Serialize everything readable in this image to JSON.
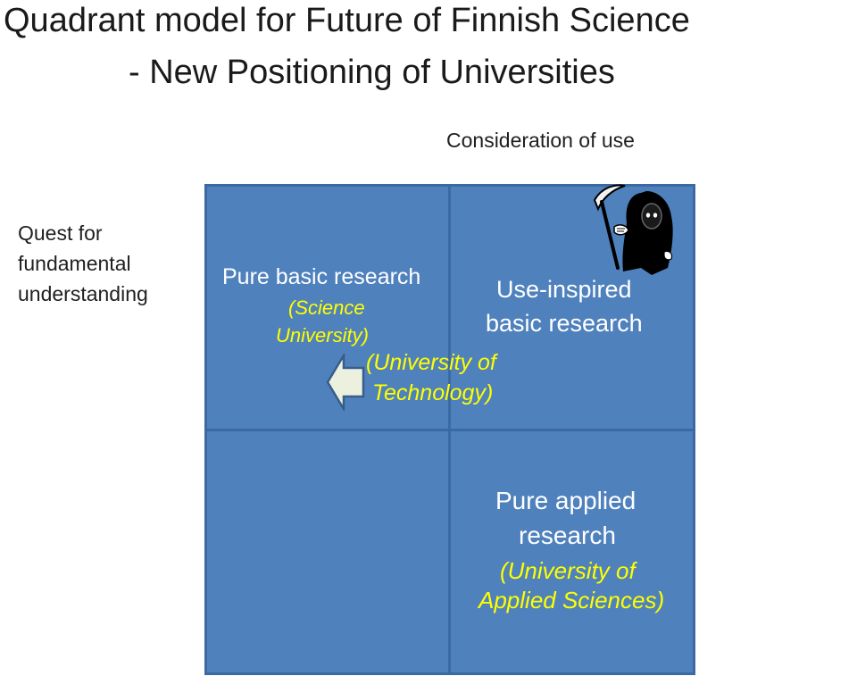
{
  "title": {
    "line1": "Quadrant model for Future of Finnish Science",
    "line2": "- New Positioning of Universities"
  },
  "axes": {
    "top_label": "Consideration of use",
    "left_label_lines": [
      "Quest for",
      "fundamental",
      "understanding"
    ]
  },
  "quadrants": {
    "top_left": {
      "label": "Pure basic research",
      "sub_lines": [
        "(Science",
        "University)"
      ]
    },
    "top_right": {
      "label_lines": [
        "Use-inspired",
        "basic research"
      ],
      "sub_lines": [
        "(University of",
        "Technology)"
      ]
    },
    "bottom_right": {
      "label_lines": [
        "Pure applied",
        "research"
      ],
      "sub_lines": [
        "(University of",
        "Applied Sciences)"
      ]
    }
  },
  "colors": {
    "quadrant_fill": "#4f81bd",
    "quadrant_border": "#3b6aa3",
    "highlight_text": "#ffff00",
    "arrow_fill": "#ebf1de"
  },
  "icons": {
    "arrow": "left-arrow-icon",
    "figure": "grim-reaper-icon"
  }
}
